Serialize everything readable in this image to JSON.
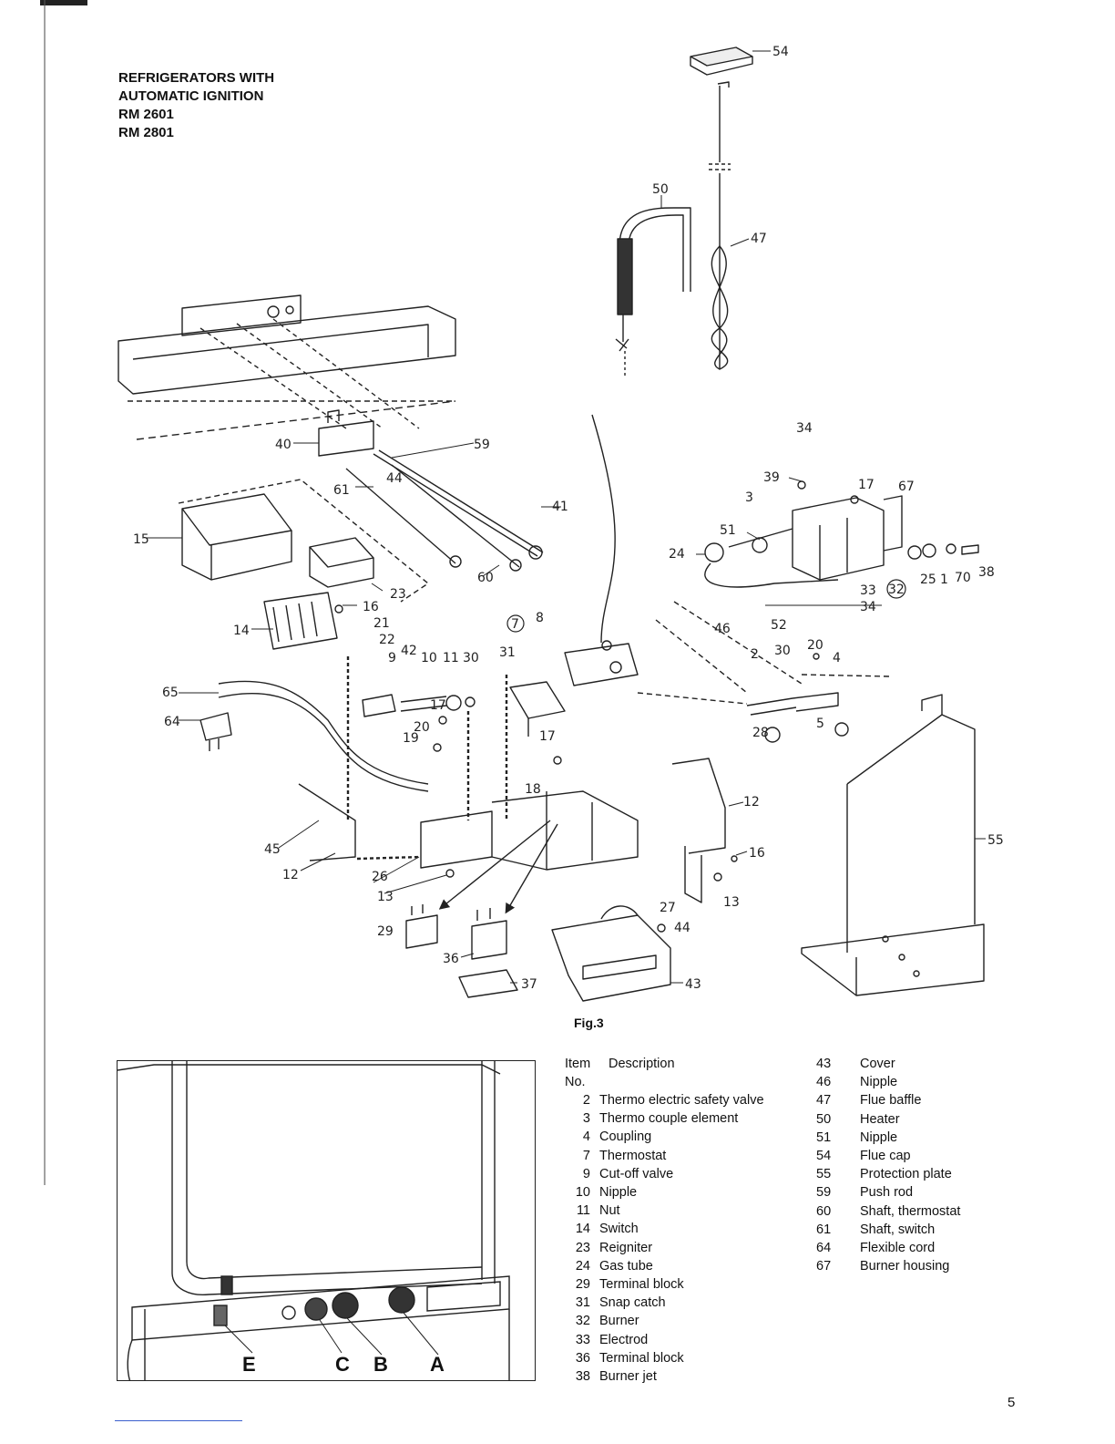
{
  "title": {
    "line1": "REFRIGERATORS WITH",
    "line2": "AUTOMATIC IGNITION",
    "line3": "RM 2601",
    "line4": "RM 2801"
  },
  "figure_caption": "Fig.3",
  "page_number": "5",
  "legend_header": {
    "item": "Item",
    "no": "No.",
    "description": "Description"
  },
  "legend_col1": [
    {
      "num": "2",
      "desc": "Thermo electric safety valve"
    },
    {
      "num": "3",
      "desc": "Thermo couple element"
    },
    {
      "num": "4",
      "desc": "Coupling"
    },
    {
      "num": "7",
      "desc": "Thermostat"
    },
    {
      "num": "9",
      "desc": "Cut-off valve"
    },
    {
      "num": "10",
      "desc": "Nipple"
    },
    {
      "num": "11",
      "desc": "Nut"
    },
    {
      "num": "14",
      "desc": "Switch"
    },
    {
      "num": "23",
      "desc": "Reigniter"
    },
    {
      "num": "24",
      "desc": "Gas tube"
    },
    {
      "num": "29",
      "desc": "Terminal block"
    },
    {
      "num": "31",
      "desc": "Snap catch"
    },
    {
      "num": "32",
      "desc": "Burner"
    },
    {
      "num": "33",
      "desc": "Electrod"
    },
    {
      "num": "36",
      "desc": "Terminal block"
    },
    {
      "num": "38",
      "desc": "Burner jet"
    }
  ],
  "legend_col2": [
    {
      "num": "43",
      "desc": "Cover"
    },
    {
      "num": "46",
      "desc": "Nipple"
    },
    {
      "num": "47",
      "desc": "Flue baffle"
    },
    {
      "num": "50",
      "desc": "Heater"
    },
    {
      "num": "51",
      "desc": "Nipple"
    },
    {
      "num": "54",
      "desc": "Flue cap"
    },
    {
      "num": "55",
      "desc": "Protection plate"
    },
    {
      "num": "59",
      "desc": "Push rod"
    },
    {
      "num": "60",
      "desc": "Shaft, thermostat"
    },
    {
      "num": "61",
      "desc": "Shaft, switch"
    },
    {
      "num": "64",
      "desc": "Flexible cord"
    },
    {
      "num": "67",
      "desc": "Burner housing"
    }
  ],
  "diagram_callouts": [
    "54",
    "50",
    "47",
    "40",
    "59",
    "44",
    "61",
    "41",
    "15",
    "23",
    "60",
    "16",
    "14",
    "21",
    "22",
    "9",
    "42",
    "10",
    "11",
    "30",
    "65",
    "64",
    "17",
    "19",
    "20",
    "18",
    "45",
    "12",
    "26",
    "13",
    "29",
    "36",
    "37",
    "43",
    "27",
    "44",
    "12",
    "16",
    "13",
    "8",
    "7",
    "31",
    "34",
    "39",
    "3",
    "17",
    "67",
    "51",
    "24",
    "25",
    "1",
    "70",
    "38",
    "33",
    "32",
    "34",
    "46",
    "52",
    "2",
    "30",
    "20",
    "4",
    "28",
    "5",
    "55"
  ],
  "photo_labels": [
    "E",
    "C",
    "B",
    "A"
  ]
}
